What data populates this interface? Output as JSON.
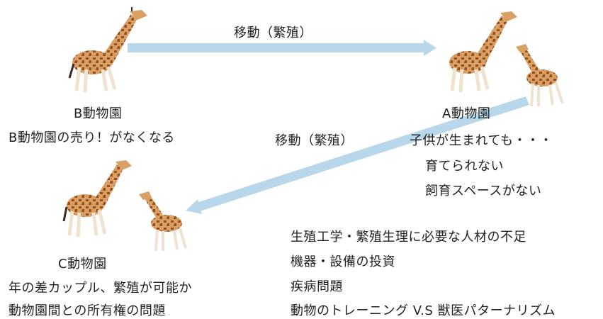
{
  "colors": {
    "arrow": "#b9d7ea",
    "giraffe_body": "#d9a066",
    "giraffe_patch": "#9a4e1e",
    "giraffe_legs": "#efe3cf",
    "giraffe_dark": "#3a2a20"
  },
  "arrows": {
    "b_to_a_label": "移動（繁殖）",
    "a_to_c_label": "移動（繁殖）"
  },
  "zoo_b": {
    "name": "B動物園",
    "note": "B動物園の売り！がなくなる"
  },
  "zoo_a": {
    "name": "A動物園",
    "notes": [
      "子供が生まれても・・・",
      "育てられない",
      "飼育スペースがない"
    ]
  },
  "zoo_c": {
    "name": "C動物園",
    "notes": [
      "年の差カップル、繁殖が可能か",
      "動物園間との所有権の問題"
    ]
  },
  "issues": [
    "生殖工学・繁殖生理に必要な人材の不足",
    "機器・設備の投資",
    "疾病問題",
    "動物のトレーニング V.S 獣医パターナリズム"
  ]
}
